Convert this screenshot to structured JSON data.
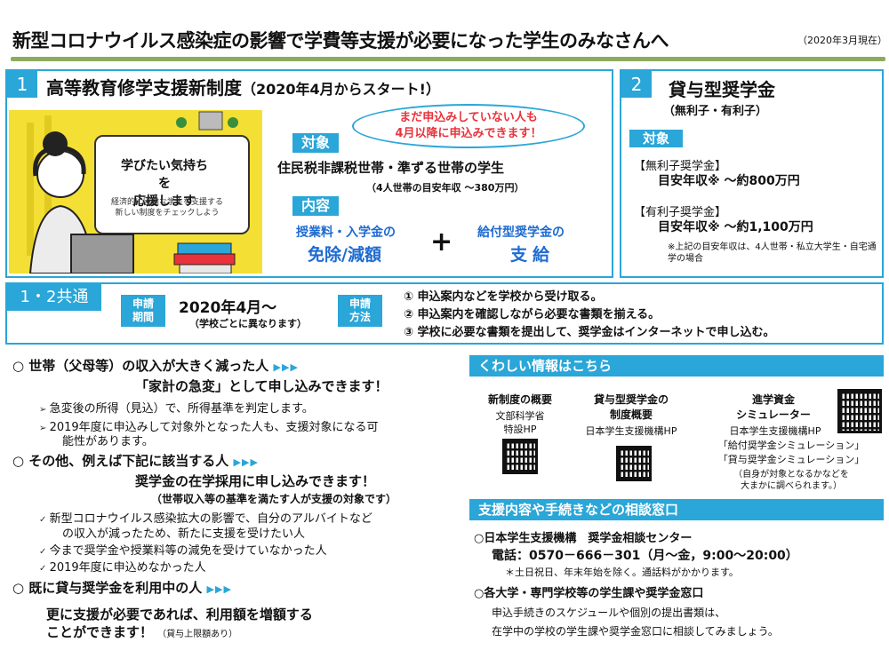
{
  "header": {
    "title": "新型コロナウイルス感染症の影響で学費等支援が必要になった学生のみなさんへ",
    "date": "（2020年3月現在）"
  },
  "panel1": {
    "number": "1",
    "title": "高等教育修学支援新制度",
    "title_sub": "（2020年4月からスタート!）",
    "illustration": {
      "line1": "学びたい気持ちを",
      "line2": "応援します",
      "small1": "経済的に困難な学生を支援する",
      "small2": "新しい制度をチェックしよう"
    },
    "cloud_line1": "まだ申込みしていない人も",
    "cloud_line2": "4月以降に申込みできます！",
    "target_tag": "対象",
    "target": "住民税非課税世帯・準ずる世帯の学生",
    "target_note": "（4人世帯の目安年収 ～380万円）",
    "content_tag": "内容",
    "benefit1_line1": "授業料・入学金の",
    "benefit1_line2": "免除/減額",
    "plus": "+",
    "benefit2_line1": "給付型奨学金の",
    "benefit2_line2": "支給"
  },
  "panel2": {
    "number": "2",
    "title": "貸与型奨学金",
    "subtitle": "（無利子・有利子）",
    "target_tag": "対象",
    "line1": "【無利子奨学金】",
    "line2": "目安年収※ ～約800万円",
    "line3": "【有利子奨学金】",
    "line4": "目安年収※ ～約1,100万円",
    "note": "※上記の目安年収は、4人世帯・私立大学生・自宅通学の場合"
  },
  "panel3": {
    "label": "1・2共通",
    "period_tag1": "申請",
    "period_tag2": "期間",
    "period": "2020年4月～",
    "period_note": "（学校ごとに異なります）",
    "method_tag1": "申請",
    "method_tag2": "方法",
    "steps": [
      "① 申込案内などを学校から受け取る。",
      "② 申込案内を確認しながら必要な書類を揃える。",
      "③ 学校に必要な書類を提出して、奨学金はインターネットで申し込む。"
    ]
  },
  "left": {
    "s1_head": "○ 世帯（父母等）の収入が大きく減った人",
    "arrows": "▶▶▶",
    "s1_strong": "「家計の急変」として申し込みできます！",
    "s1_b1": "急変後の所得（見込）で、所得基準を判定します。",
    "s1_b2a": "2019年度に申込みして対象外となった人も、支援対象になる可",
    "s1_b2b": "能性があります。",
    "s2_head": "○ その他、例えば下記に該当する人",
    "s2_strong": "奨学金の在学採用に申し込みできます！",
    "s2_note": "（世帯収入等の基準を満たす人が支援の対象です）",
    "s2_c1a": "新型コロナウイルス感染拡大の影響で、自分のアルバイトなど",
    "s2_c1b": "の収入が減ったため、新たに支援を受けたい人",
    "s2_c2": "今まで奨学金や授業料等の減免を受けていなかった人",
    "s2_c3": "2019年度に申込めなかった人",
    "s3_head": "○ 既に貸与奨学金を利用中の人",
    "s3_strong1": "更に支援が必要であれば、利用額を増額する",
    "s3_strong2": "ことができます！",
    "s3_note": "（貸与上限額あり）"
  },
  "right": {
    "info_bar": "くわしい情報はこちら",
    "col1_head": "新制度の概要",
    "col1_t1": "文部科学省",
    "col1_t2": "特設HP",
    "col2_head1": "貸与型奨学金の",
    "col2_head2": "制度概要",
    "col2_t1": "日本学生支援機構HP",
    "col3_head1": "進学資金",
    "col3_head2": "シミュレーター",
    "col3_t1": "日本学生支援機構HP",
    "col3_t2": "「給付奨学金シミュレーション」",
    "col3_t3": "「貸与奨学金シミュレーション」",
    "col3_t4": "（自身が対象となるかなどを",
    "col3_t5": "大まかに調べられます。）",
    "consult_bar": "支援内容や手続きなどの相談窓口",
    "c1_head": "○日本学生支援機構　奨学金相談センター",
    "c1_phone": "電話：0570－666－301（月～金，9:00～20:00）",
    "c1_note": "＊土日祝日、年末年始を除く。通話料がかかります。",
    "c2_head": "○各大学・専門学校等の学生課や奨学金窓口",
    "c2_t1": "申込手続きのスケジュールや個別の提出書類は、",
    "c2_t2": "在学中の学校の学生課や奨学金窓口に相談してみましょう。"
  },
  "colors": {
    "accent": "#2aa6d8",
    "highlight": "#e8333c",
    "blue_text": "#1e6bd1",
    "rule": "#8cab5d",
    "illustration_bg": "#f4df34"
  }
}
